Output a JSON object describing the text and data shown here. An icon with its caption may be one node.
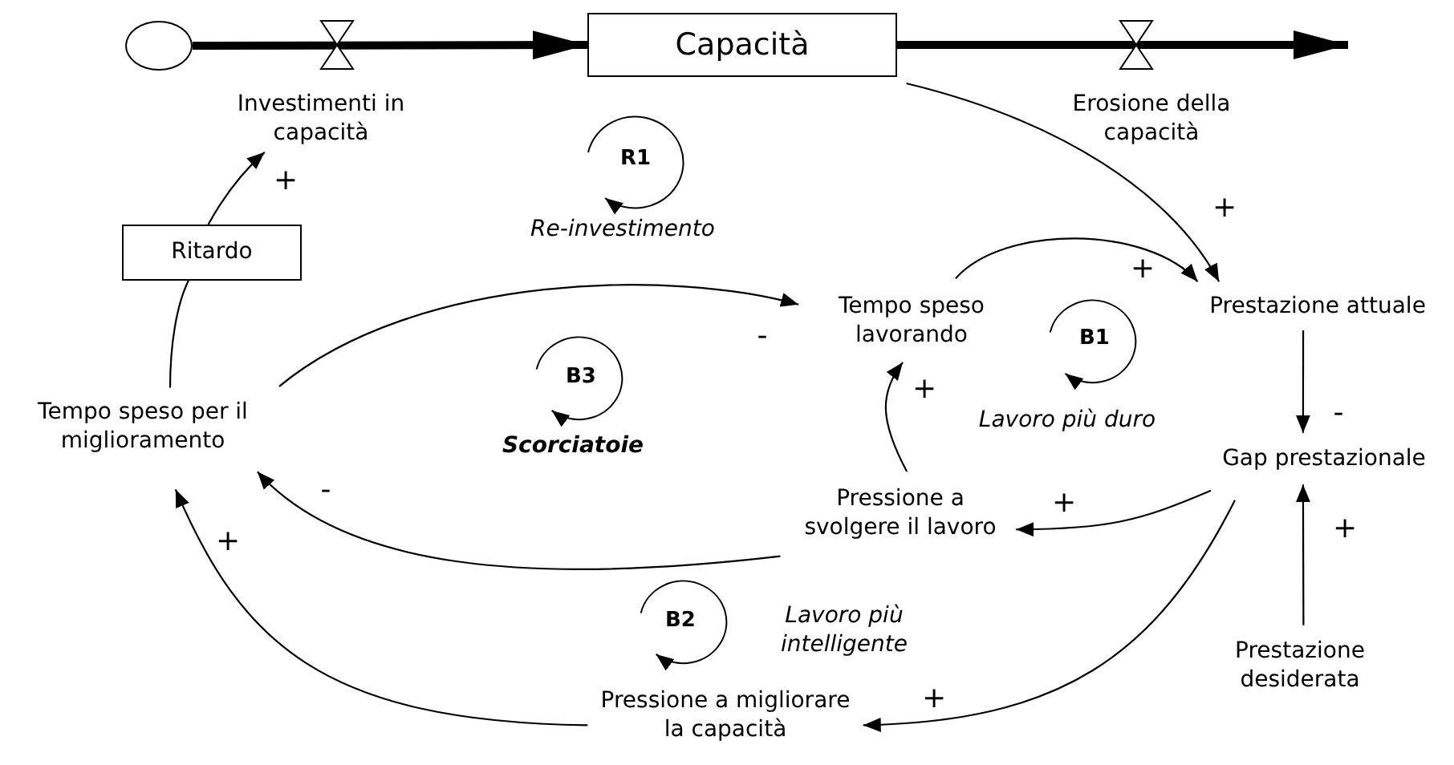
{
  "diagram": {
    "nodes": [
      {
        "text": [],
        "shape": "circle"
      },
      {
        "text": [
          "Capacità"
        ]
      },
      {
        "text": [
          "Investimenti in capacità"
        ]
      },
      {
        "text": [
          "Erosione della capacità"
        ]
      },
      {
        "text": [
          "Ritardo"
        ]
      },
      {
        "text": [
          "Tempo speso per il miglioramento"
        ]
      },
      {
        "text": [
          "Tempo speso lavorando"
        ]
      },
      {
        "text": [
          "Prestazione attuale"
        ]
      },
      {
        "text": [
          "Gap prestazionale"
        ]
      },
      {
        "text": [
          "Pressione a svolgere il lavoro"
        ]
      },
      {
        "text": [
          "Pressione a migliorare la capacità"
        ]
      },
      {
        "text": [
          "Prestazione desiderata"
        ]
      }
    ],
    "edges": [
      {
        "from": 0,
        "to": 1,
        "arrow": "to",
        "style": "thick"
      },
      {
        "from": 1,
        "to": null,
        "arrow": "to",
        "style": "thick"
      },
      {
        "from": 4,
        "to": 2,
        "arrow": "to",
        "label": "+"
      },
      {
        "from": 5,
        "to": 4,
        "arrow": "none"
      },
      {
        "from": 1,
        "to": 7,
        "arrow": "to",
        "label": "+"
      },
      {
        "from": 6,
        "to": 7,
        "arrow": "to",
        "label": "+"
      },
      {
        "from": 5,
        "to": 6,
        "arrow": "to",
        "label": "-"
      },
      {
        "from": 7,
        "to": 8,
        "arrow": "to",
        "label": "-"
      },
      {
        "from": 11,
        "to": 8,
        "arrow": "to",
        "label": "+"
      },
      {
        "from": 8,
        "to": 9,
        "arrow": "to",
        "label": "+"
      },
      {
        "from": 8,
        "to": 10,
        "arrow": "to",
        "label": "+"
      },
      {
        "from": 9,
        "to": 6,
        "arrow": "to",
        "label": "+"
      },
      {
        "from": 9,
        "to": 5,
        "arrow": "to",
        "label": "-"
      },
      {
        "from": 10,
        "to": 5,
        "arrow": "to",
        "label": "+"
      }
    ],
    "labels": [
      "R1",
      "Re-investimento",
      "B1",
      "Lavoro più duro",
      "B3",
      "Scorciatoie",
      "B2",
      "Lavoro più intelligente"
    ]
  }
}
